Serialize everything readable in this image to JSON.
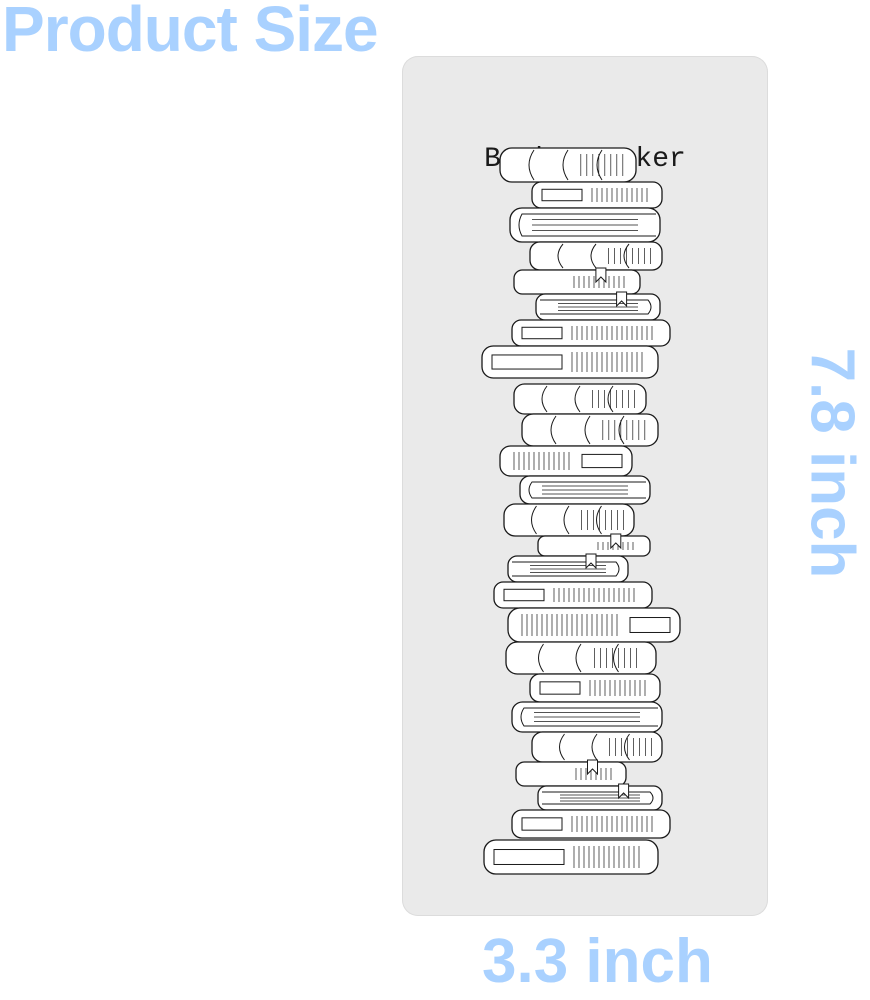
{
  "heading": "Product Size",
  "card": {
    "title": "Book Tracker"
  },
  "dimensions": {
    "height_label": "7.8 inch",
    "width_label": "3.3 inch"
  },
  "colors": {
    "accent": "#a9d1ff",
    "card": "#eaeaea",
    "ink": "#1a1a1a"
  }
}
